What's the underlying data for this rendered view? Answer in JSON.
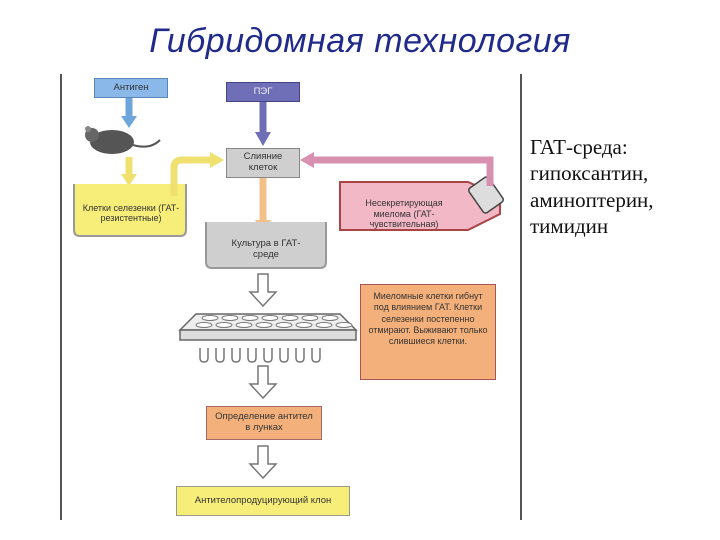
{
  "title": "Гибридомная технология",
  "diagram": {
    "antigen": "Антиген",
    "peg": "ПЭГ",
    "fusion": "Слияние клеток",
    "spleen_cells": "Клетки селезенки (ГАТ-резистентные)",
    "myeloma": "Несекретирующая миелома (ГАТ-чувствительная)",
    "culture": "Культура в ГАТ-среде",
    "info_note": "Миеломные клетки гибнут под влиянием ГАТ. Клетки селезенки постепенно отмирают. Выживают только слившиеся клетки.",
    "antibody_detection": "Определение антител в лунках",
    "clone": "Антителопродуцирующий клон"
  },
  "side_text": {
    "line1": "ГАТ-среда:",
    "line2": "гипоксантин,",
    "line3": "аминоптерин,",
    "line4": "тимидин"
  },
  "colors": {
    "title": "#1f2a8a",
    "blue_box": "#8ab8e8",
    "purple_box": "#6f6fb8",
    "orange_box": "#f4b07a",
    "pink_box": "#f2b8c6",
    "yellow_box": "#f7ee7a",
    "gray_box": "#cfcfcf"
  }
}
